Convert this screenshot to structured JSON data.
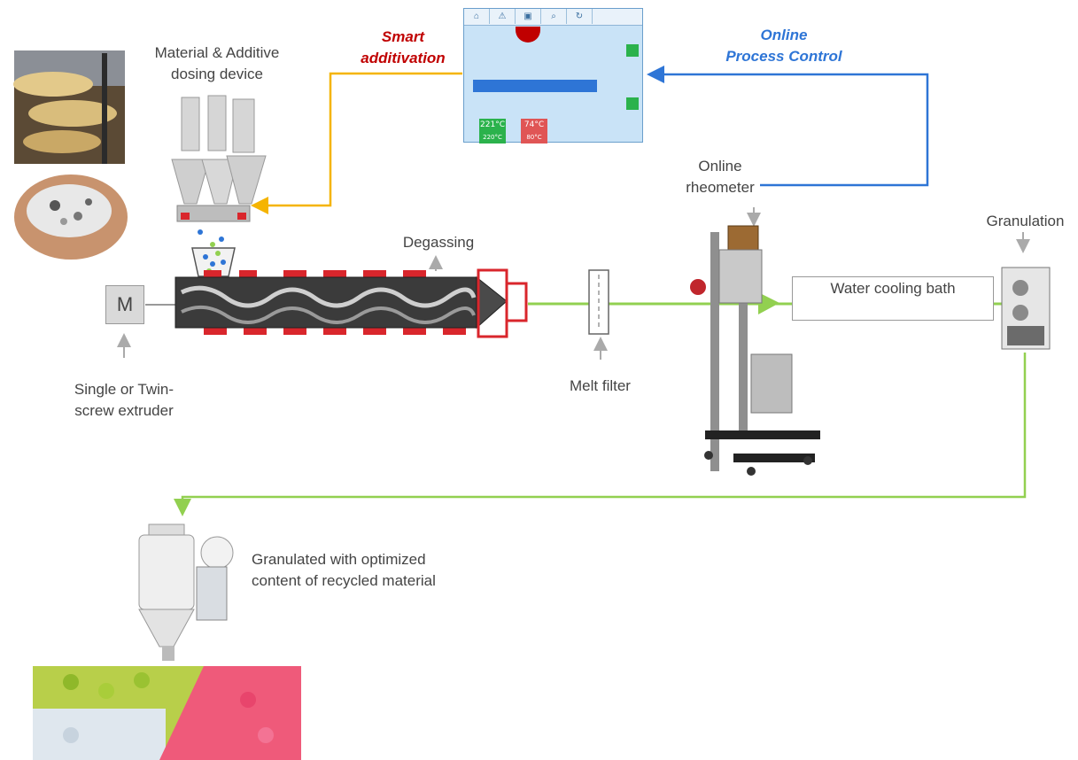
{
  "labels": {
    "dosing_line1": "Material & Additive",
    "dosing_line2": "dosing device",
    "smart_line1": "Smart",
    "smart_line2": "additivation",
    "online_pc_line1": "Online",
    "online_pc_line2": "Process Control",
    "rheometer_line1": "Online",
    "rheometer_line2": "rheometer",
    "granulation": "Granulation",
    "degassing": "Degassing",
    "motor": "M",
    "extruder_line1": "Single or Twin-",
    "extruder_line2": "screw extruder",
    "melt_filter": "Melt filter",
    "water_bath": "Water cooling bath",
    "output_line1": "Granulated  with optimized",
    "output_line2": "content of recycled  material"
  },
  "hmi": {
    "temp1": "221°C",
    "temp1_sub": "220°C",
    "temp2": "74°C",
    "temp2_sub": "80°C"
  },
  "colors": {
    "smart_arrow": "#f5b400",
    "control_arrow": "#2e75d6",
    "melt_line": "#92d050",
    "heater_red": "#d9262c",
    "smart_text": "#c00000",
    "online_text": "#2e75d6"
  }
}
